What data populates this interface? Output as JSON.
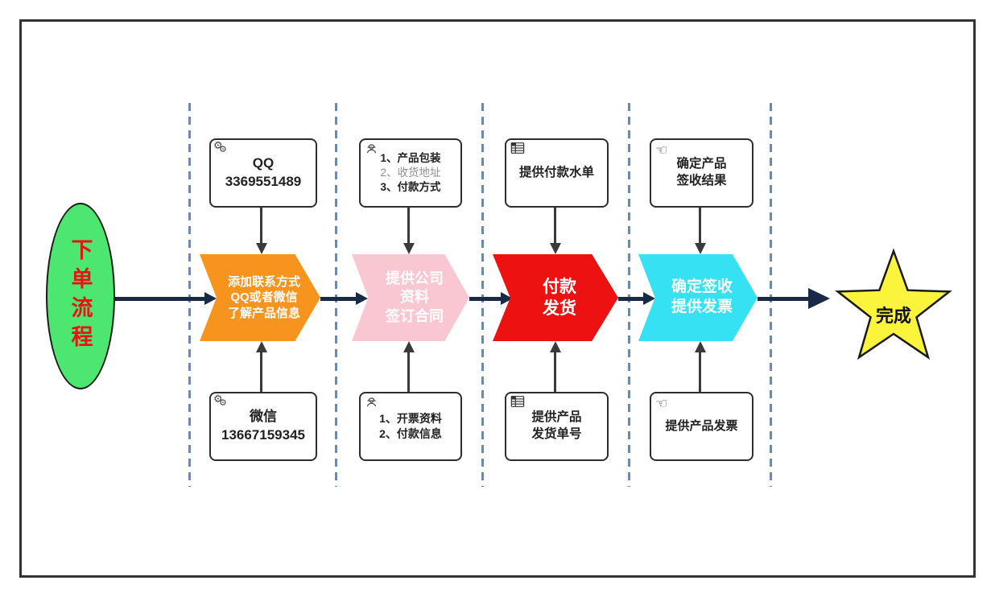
{
  "ellipse": {
    "label": "下单流程",
    "fill": "#4CE670",
    "text_color": "#E81414"
  },
  "star": {
    "label": "完成",
    "fill": "#FAF43C"
  },
  "colors": {
    "main_line": "#182A47",
    "dashed_separator": "#7089A9",
    "stage1": "#F7941E",
    "stage2": "#F8C7D1",
    "stage3": "#EE1111",
    "stage4": "#35E1F2"
  },
  "icons": {
    "gear": "⚙",
    "pointing_hand": "☜"
  },
  "stages": [
    {
      "chevron": {
        "color": "#F7941E",
        "line1": "添加联系方式",
        "line2": "QQ或者微信",
        "line3": "了解产品信息"
      },
      "top_box": {
        "icon": "gears-icon",
        "line1": "QQ",
        "line2": "3369551489"
      },
      "bottom_box": {
        "icon": "gears-icon",
        "line1": "微信",
        "line2": "13667159345"
      }
    },
    {
      "chevron": {
        "color": "#F8C7D1",
        "line1": "提供公司",
        "line2": "资料",
        "line3": "签订合同"
      },
      "top_box": {
        "icon": "worker-icon",
        "line1": "1、产品包装",
        "line2": "2、收货地址",
        "line3": "3、付款方式"
      },
      "bottom_box": {
        "icon": "worker-icon",
        "line1": "1、开票资料",
        "line2": "2、付款信息"
      }
    },
    {
      "chevron": {
        "color": "#EE1111",
        "line1": "付款",
        "line2": "发货"
      },
      "top_box": {
        "icon": "table-icon",
        "line1": "提供付款水单"
      },
      "bottom_box": {
        "icon": "table-icon",
        "line1": "提供产品",
        "line2": "发货单号"
      }
    },
    {
      "chevron": {
        "color": "#35E1F2",
        "line1": "确定签收",
        "line2": "提供发票"
      },
      "top_box": {
        "icon": "pointing-hand-icon",
        "line1": "确定产品",
        "line2": "签收结果"
      },
      "bottom_box": {
        "icon": "pointing-hand-icon",
        "line1": "提供产品发票"
      }
    }
  ]
}
